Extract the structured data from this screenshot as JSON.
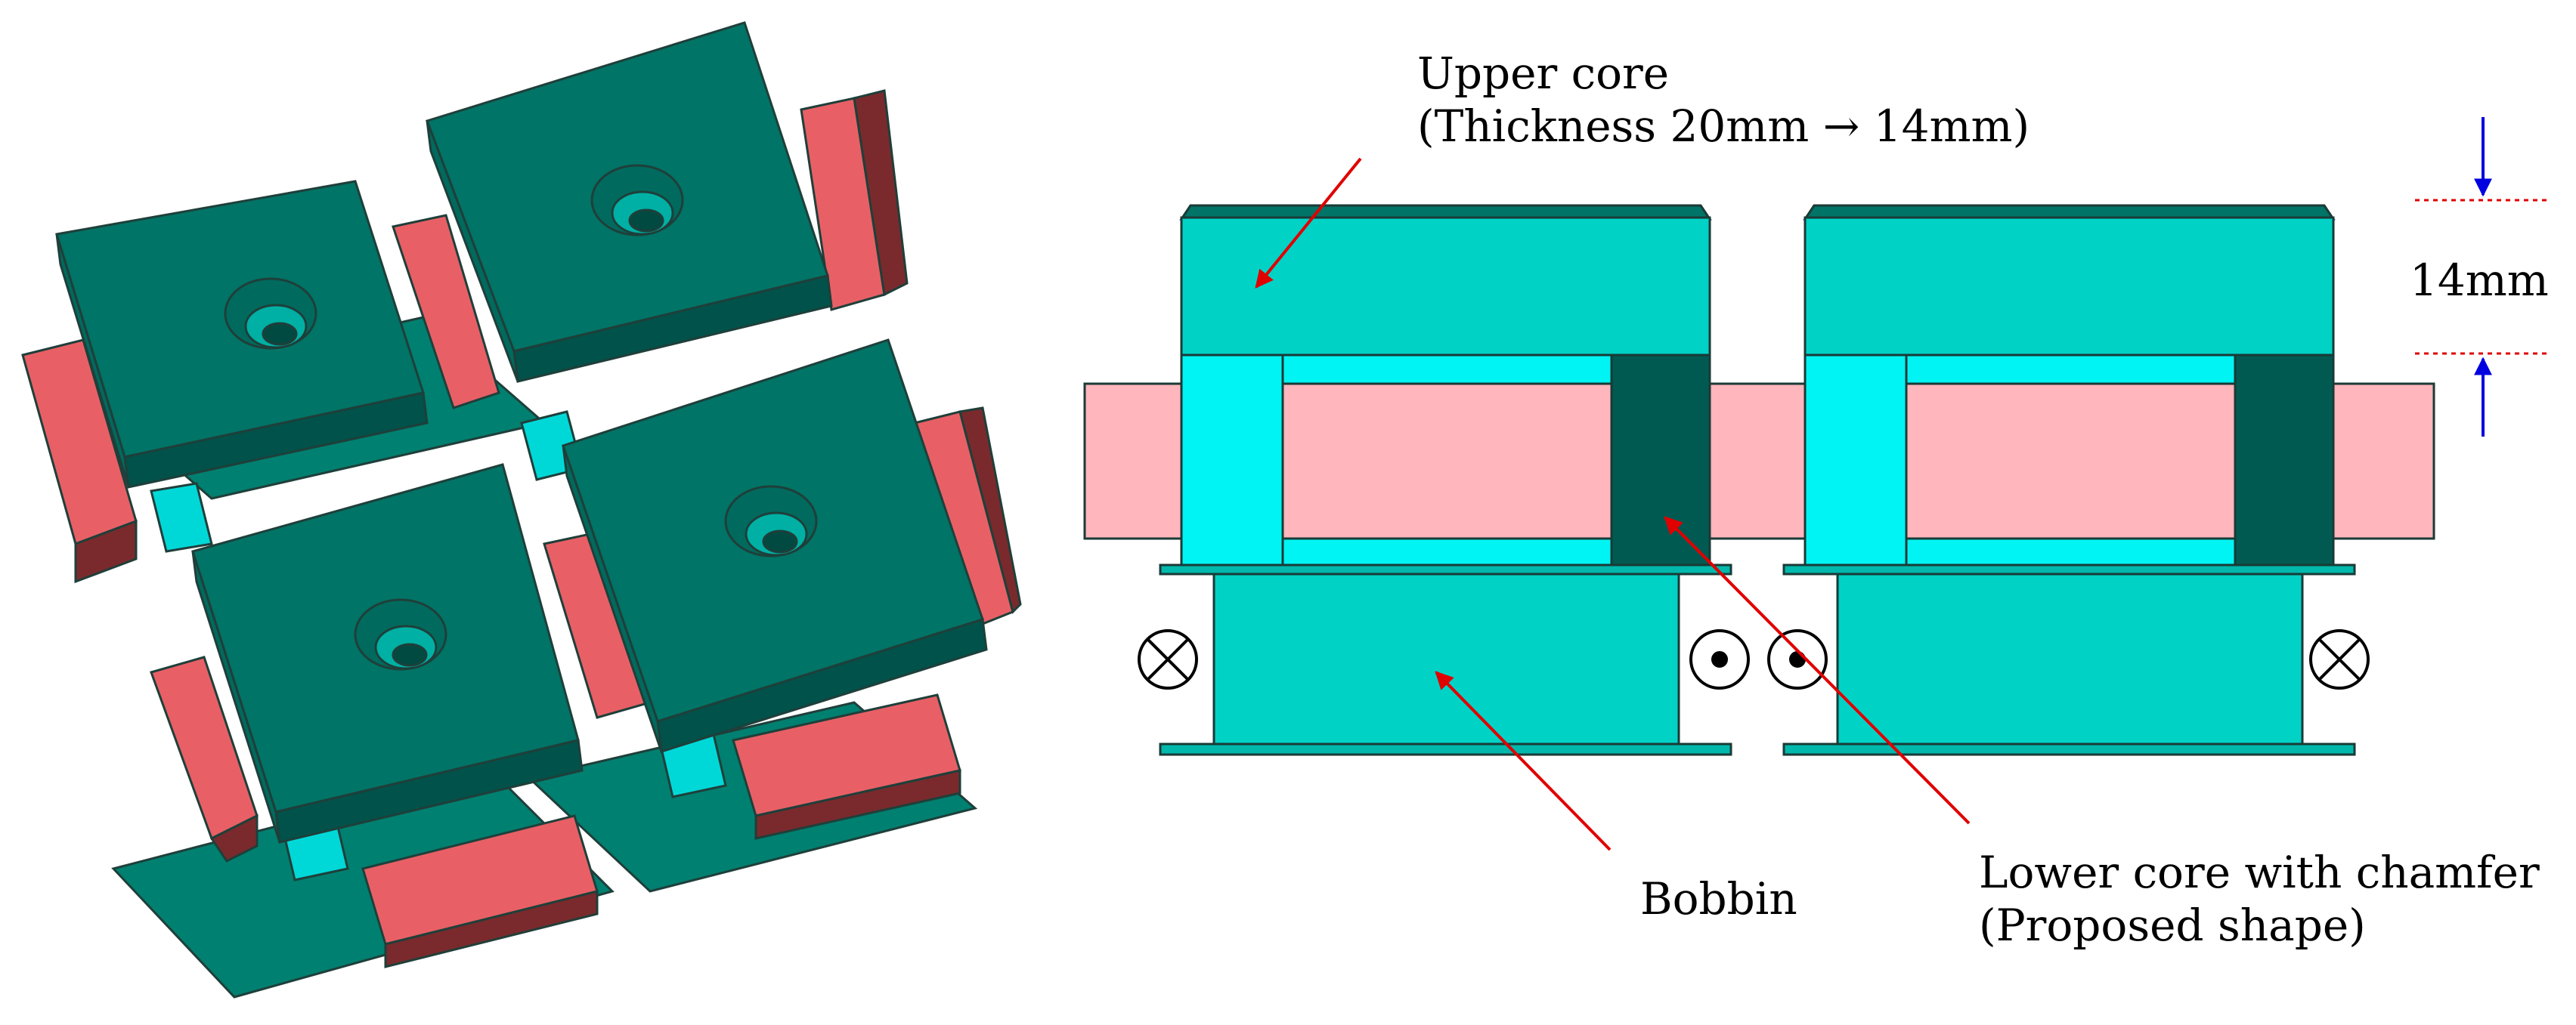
{
  "labels": {
    "upper_core_line1": "Upper core",
    "upper_core_line2": "(Thickness 20mm → 14mm)",
    "dimension": "14mm",
    "bobbin": "Bobbin",
    "lower_core_line1": "Lower core with chamfer",
    "lower_core_line2": "(Proposed shape)"
  },
  "colors": {
    "core_dark": "#007466",
    "core_light": "#00d2c6",
    "cyan_leg": "#00f4f4",
    "coil_pink": "#ffb6bc",
    "coil_red": "#e86066",
    "coil_dark": "#7a2a2c",
    "chamfer_leg": "#005a52",
    "arrow_red": "#e00000",
    "arrow_blue": "#0000e0"
  },
  "current_symbols": [
    "cross",
    "dot",
    "dot",
    "cross"
  ]
}
